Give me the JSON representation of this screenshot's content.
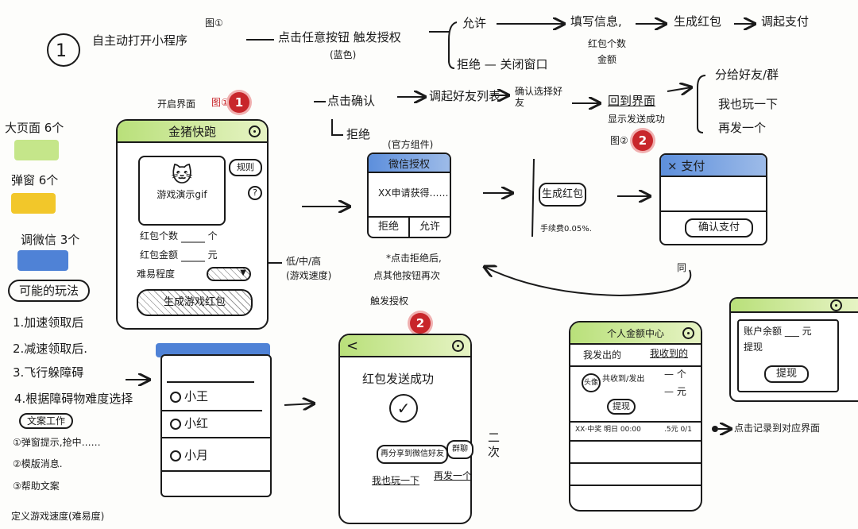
{
  "flow_top": {
    "step_num": "1",
    "start": "自主动打开小程序",
    "fig_ref": "图①",
    "click_any": "点击任意按钮 触发授权",
    "blue_note": "(蓝色)",
    "allow": "允许",
    "fill_info": "填写信息,",
    "fill_items": "红包个数",
    "fill_amount": "金额",
    "gen_packet": "生成红包",
    "call_pay": "调起支付",
    "reject_close": "拒绝 — 关闭窗口"
  },
  "flow_second": {
    "click_confirm": "点击确认",
    "call_friends": "调起好友列表",
    "confirm_select": "确认选择好友",
    "back_page": "回到界面",
    "show_success": "显示发送成功",
    "fig_ref2": "图②",
    "share": "分给好友/群",
    "play_too": "我也玩一下",
    "send_again": "再发一个",
    "reject": "拒绝"
  },
  "open_page": {
    "label": "开启界面",
    "fig": "图①",
    "badge": "1"
  },
  "legend": {
    "big_page": "大页面 6个",
    "popup": "弹窗 6个",
    "wechat": "调微信 3个",
    "colors": {
      "green": "#b9e07a",
      "yellow": "#f2c72a",
      "blue": "#4f82d6"
    }
  },
  "gameplay": {
    "title": "可能的玩法",
    "items": [
      "1.加速领取后",
      "2.减速领取后.",
      "3.飞行躲障碍",
      "4.根据障碍物难度选择"
    ]
  },
  "copywork": {
    "title": "文案工作",
    "items": [
      "①弹窗提示,抢中……",
      "②模版消息.",
      "③帮助文案"
    ],
    "define": "定义游戏速度(难易度)"
  },
  "phone_main": {
    "title": "金猪快跑",
    "rules": "规则",
    "help": "?",
    "gif": "游戏演示gif",
    "count": "红包个数",
    "count_unit": "个",
    "amount": "红包金额",
    "amount_unit": "元",
    "difficulty": "难易程度",
    "generate": "生成游戏红包",
    "difficulty_note": "低/中/高",
    "difficulty_note2": "(游戏速度)"
  },
  "auth_dialog": {
    "caption": "(官方组件)",
    "title": "微信授权",
    "body": "XX申请获得……",
    "reject": "拒绝",
    "allow": "允许",
    "note1": "*点击拒绝后,",
    "note2": "点其他按钮再次",
    "note3": "触发授权",
    "badge": "2"
  },
  "gen": {
    "button": "生成红包",
    "fee": "手续费0.05%."
  },
  "pay": {
    "title": "× 支付",
    "confirm": "确认支付",
    "same": "同"
  },
  "friends": {
    "items": [
      "小王",
      "小红",
      "小月"
    ]
  },
  "success": {
    "message": "红包发送成功",
    "share": "再分享到微信好友",
    "group": "群聊",
    "play": "我也玩一下",
    "again": "再发一个",
    "side": "二次"
  },
  "center": {
    "title": "个人金额中心",
    "tab_sent": "我发出的",
    "tab_recv": "我收到的",
    "avatar": "头像",
    "total": "共收到/发出",
    "unit_count": "个",
    "unit_yuan": "元",
    "withdraw": "提现",
    "record": "XX·中奖  明日 00:00",
    "record_amount": ".5元 0/1",
    "record_note": "点击记录到对应界面"
  },
  "withdraw": {
    "balance": "账户余额",
    "unit": "元",
    "label": "提现",
    "button": "提现"
  }
}
